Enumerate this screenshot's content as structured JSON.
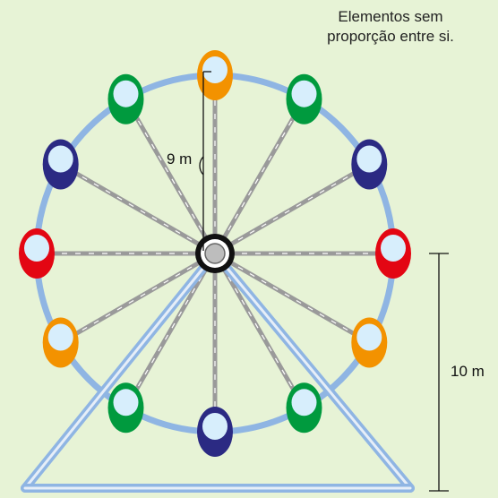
{
  "note": {
    "line1": "Elementos sem",
    "line2": "proporção entre si."
  },
  "labels": {
    "radius": "9 m",
    "height": "10 m"
  },
  "wheel": {
    "cabins": [
      {
        "position": "top",
        "color": "#f39200"
      },
      {
        "position": "upper-right-1",
        "color": "#009a3e"
      },
      {
        "position": "upper-right-2",
        "color": "#2b2a83"
      },
      {
        "position": "right",
        "color": "#e30613"
      },
      {
        "position": "lower-right-1",
        "color": "#f39200"
      },
      {
        "position": "lower-right-2",
        "color": "#009a3e"
      },
      {
        "position": "bottom",
        "color": "#2b2a83"
      },
      {
        "position": "lower-left-2",
        "color": "#009a3e"
      },
      {
        "position": "lower-left-1",
        "color": "#f39200"
      },
      {
        "position": "left",
        "color": "#e30613"
      },
      {
        "position": "upper-left-2",
        "color": "#2b2a83"
      },
      {
        "position": "upper-left-1",
        "color": "#009a3e"
      }
    ],
    "colors": {
      "rim": "#8fb5e3",
      "spoke": "#9a9a9a",
      "support": "#8fb5e3",
      "window": "#d7eefc"
    }
  }
}
